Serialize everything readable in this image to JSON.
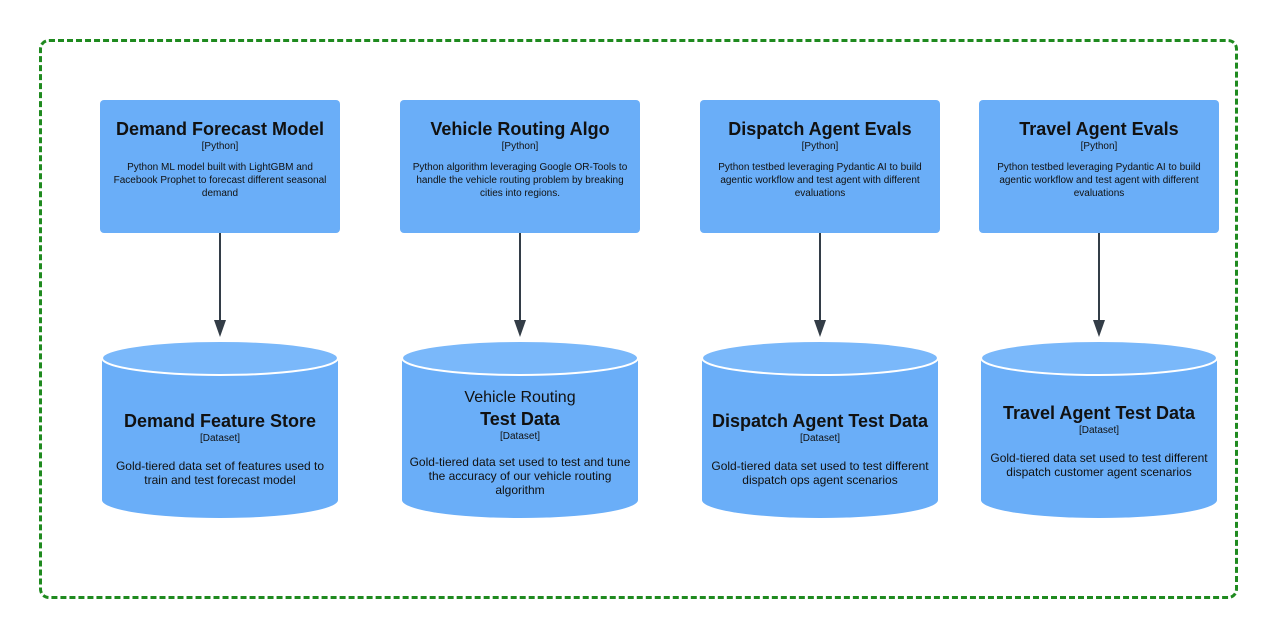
{
  "colors": {
    "boundary": "#1f8a1f",
    "node_fill": "#6aaef8",
    "cylinder_top": "#7ab8fa",
    "cylinder_stroke": "#ffffff",
    "arrow": "#333d47"
  },
  "components": [
    {
      "title": "Demand Forecast Model",
      "tech": "[Python]",
      "description": "Python ML model built with LightGBM and Facebook Prophet to forecast different seasonal demand"
    },
    {
      "title": "Vehicle Routing Algo",
      "tech": "[Python]",
      "description": "Python algorithm leveraging Google OR-Tools to handle the vehicle routing problem by breaking cities into regions."
    },
    {
      "title": "Dispatch Agent Evals",
      "tech": "[Python]",
      "description": "Python testbed leveraging Pydantic AI to build agentic workflow and test agent with different evaluations"
    },
    {
      "title": "Travel Agent Evals",
      "tech": "[Python]",
      "description": "Python testbed leveraging Pydantic AI to build agentic workflow and test agent with different evaluations"
    }
  ],
  "datasets": [
    {
      "pre_title": "",
      "title": "Demand Feature Store",
      "tech": "[Dataset]",
      "description": "Gold-tiered data set of features used to train and test forecast model"
    },
    {
      "pre_title": "Vehicle Routing",
      "title": "Test Data",
      "tech": "[Dataset]",
      "description": "Gold-tiered data set used to test and tune the accuracy of our vehicle routing algorithm"
    },
    {
      "pre_title": "",
      "title": "Dispatch Agent Test Data",
      "tech": "[Dataset]",
      "description": "Gold-tiered data set used to test different dispatch ops agent scenarios"
    },
    {
      "pre_title": "",
      "title": "Travel Agent Test Data",
      "tech": "[Dataset]",
      "description": "Gold-tiered data set used to test different dispatch customer agent scenarios"
    }
  ]
}
